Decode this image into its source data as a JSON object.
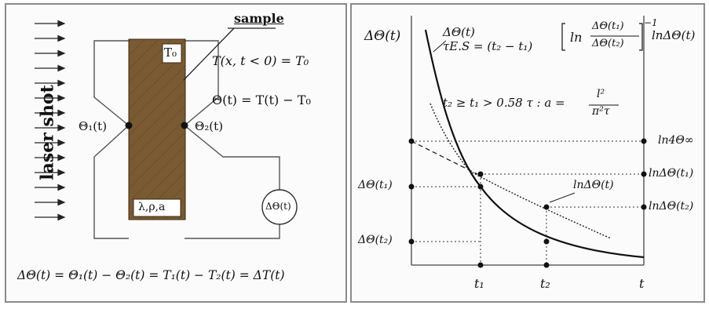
{
  "left_panel": {
    "laser_label": "laser shot",
    "sample_label": "sample",
    "t0_label": "T₀",
    "initial_condition": "T(x, t < 0) = T₀",
    "theta_def": "Θ(t) = T(t) − T₀",
    "theta1_label": "Θ₁(t)",
    "theta2_label": "Θ₂(t)",
    "properties_label": "λ,ρ,a",
    "meter_label": "ΔΘ(t)",
    "bottom_equation": "ΔΘ(t) = Θ₁(t) − Θ₂(t) = T₁(t) − T₂(t) = ΔT(t)"
  },
  "right_panel": {
    "y_axis_left_label": "ΔΘ(t)",
    "y_axis_right_label": "lnΔΘ(t)",
    "tau_lhs_top": "ΔΘ(t)",
    "tau_lhs": "τE.S = (t₂ − t₁)",
    "tau_ln": "ln",
    "tau_num": "ΔΘ(t₁)",
    "tau_den": "ΔΘ(t₂)",
    "tau_exp": "−1",
    "condition": "t₂ ≥ t₁ > 0.58 τ  :  a =",
    "a_num": "l²",
    "a_den": "π²τ",
    "ln4_label": "ln4Θ∞",
    "ln_t1_label": "lnΔΘ(t₁)",
    "ln_t2_label": "lnΔΘ(t₂)",
    "ln_curve_label": "lnΔΘ(t)",
    "dtheta_t1_label": "ΔΘ(t₁)",
    "dtheta_t2_label": "ΔΘ(t₂)",
    "t1_label": "t₁",
    "t2_label": "t₂",
    "t_label": "t"
  },
  "colors": {
    "sample_fill": "#7a5a32",
    "panel_border": "#8a8a8a",
    "line": "#111111"
  }
}
